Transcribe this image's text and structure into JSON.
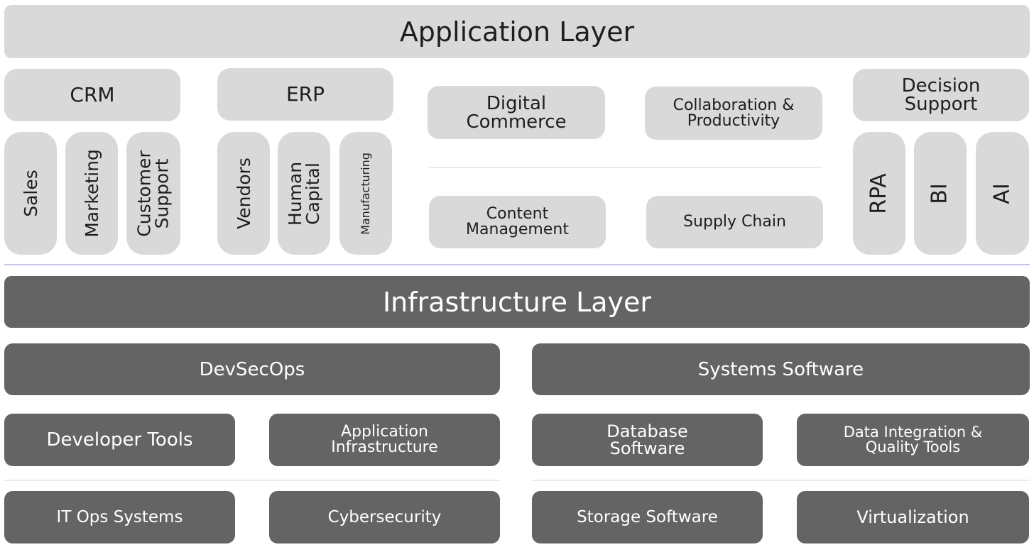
{
  "colors": {
    "light_box": "#d9d9d9",
    "dark_box": "#646464",
    "layer_separator": "#c8c4ec",
    "row_separator": "#ebebeb"
  },
  "application_layer": {
    "title": "Application Layer",
    "crm": {
      "title": "CRM",
      "items": [
        {
          "lines": [
            "Sales"
          ]
        },
        {
          "lines": [
            "Marketing"
          ]
        },
        {
          "lines": [
            "Customer",
            "Support"
          ]
        }
      ]
    },
    "erp": {
      "title": "ERP",
      "items": [
        {
          "lines": [
            "Vendors"
          ]
        },
        {
          "lines": [
            "Human",
            "Capital"
          ]
        },
        {
          "lines": [
            "Manufacturing"
          ]
        }
      ]
    },
    "middle": {
      "digital_commerce": [
        "Digital",
        "Commerce"
      ],
      "collaboration": [
        "Collaboration &",
        "Productivity"
      ],
      "content_management": [
        "Content",
        "Management"
      ],
      "supply_chain": "Supply Chain"
    },
    "decision_support": {
      "title": [
        "Decision",
        "Support"
      ],
      "items": [
        {
          "lines": [
            "RPA"
          ]
        },
        {
          "lines": [
            "BI"
          ]
        },
        {
          "lines": [
            "AI"
          ]
        }
      ]
    }
  },
  "infrastructure_layer": {
    "title": "Infrastructure Layer",
    "devsecops": {
      "title": "DevSecOps",
      "developer_tools": "Developer Tools",
      "application_infrastructure": [
        "Application",
        "Infrastructure"
      ],
      "it_ops_systems": "IT Ops Systems",
      "cybersecurity": "Cybersecurity"
    },
    "systems_software": {
      "title": "Systems Software",
      "database_software": [
        "Database",
        "Software"
      ],
      "data_integration": [
        "Data Integration &",
        "Quality Tools"
      ],
      "storage_software": "Storage Software",
      "virtualization": "Virtualization"
    }
  }
}
